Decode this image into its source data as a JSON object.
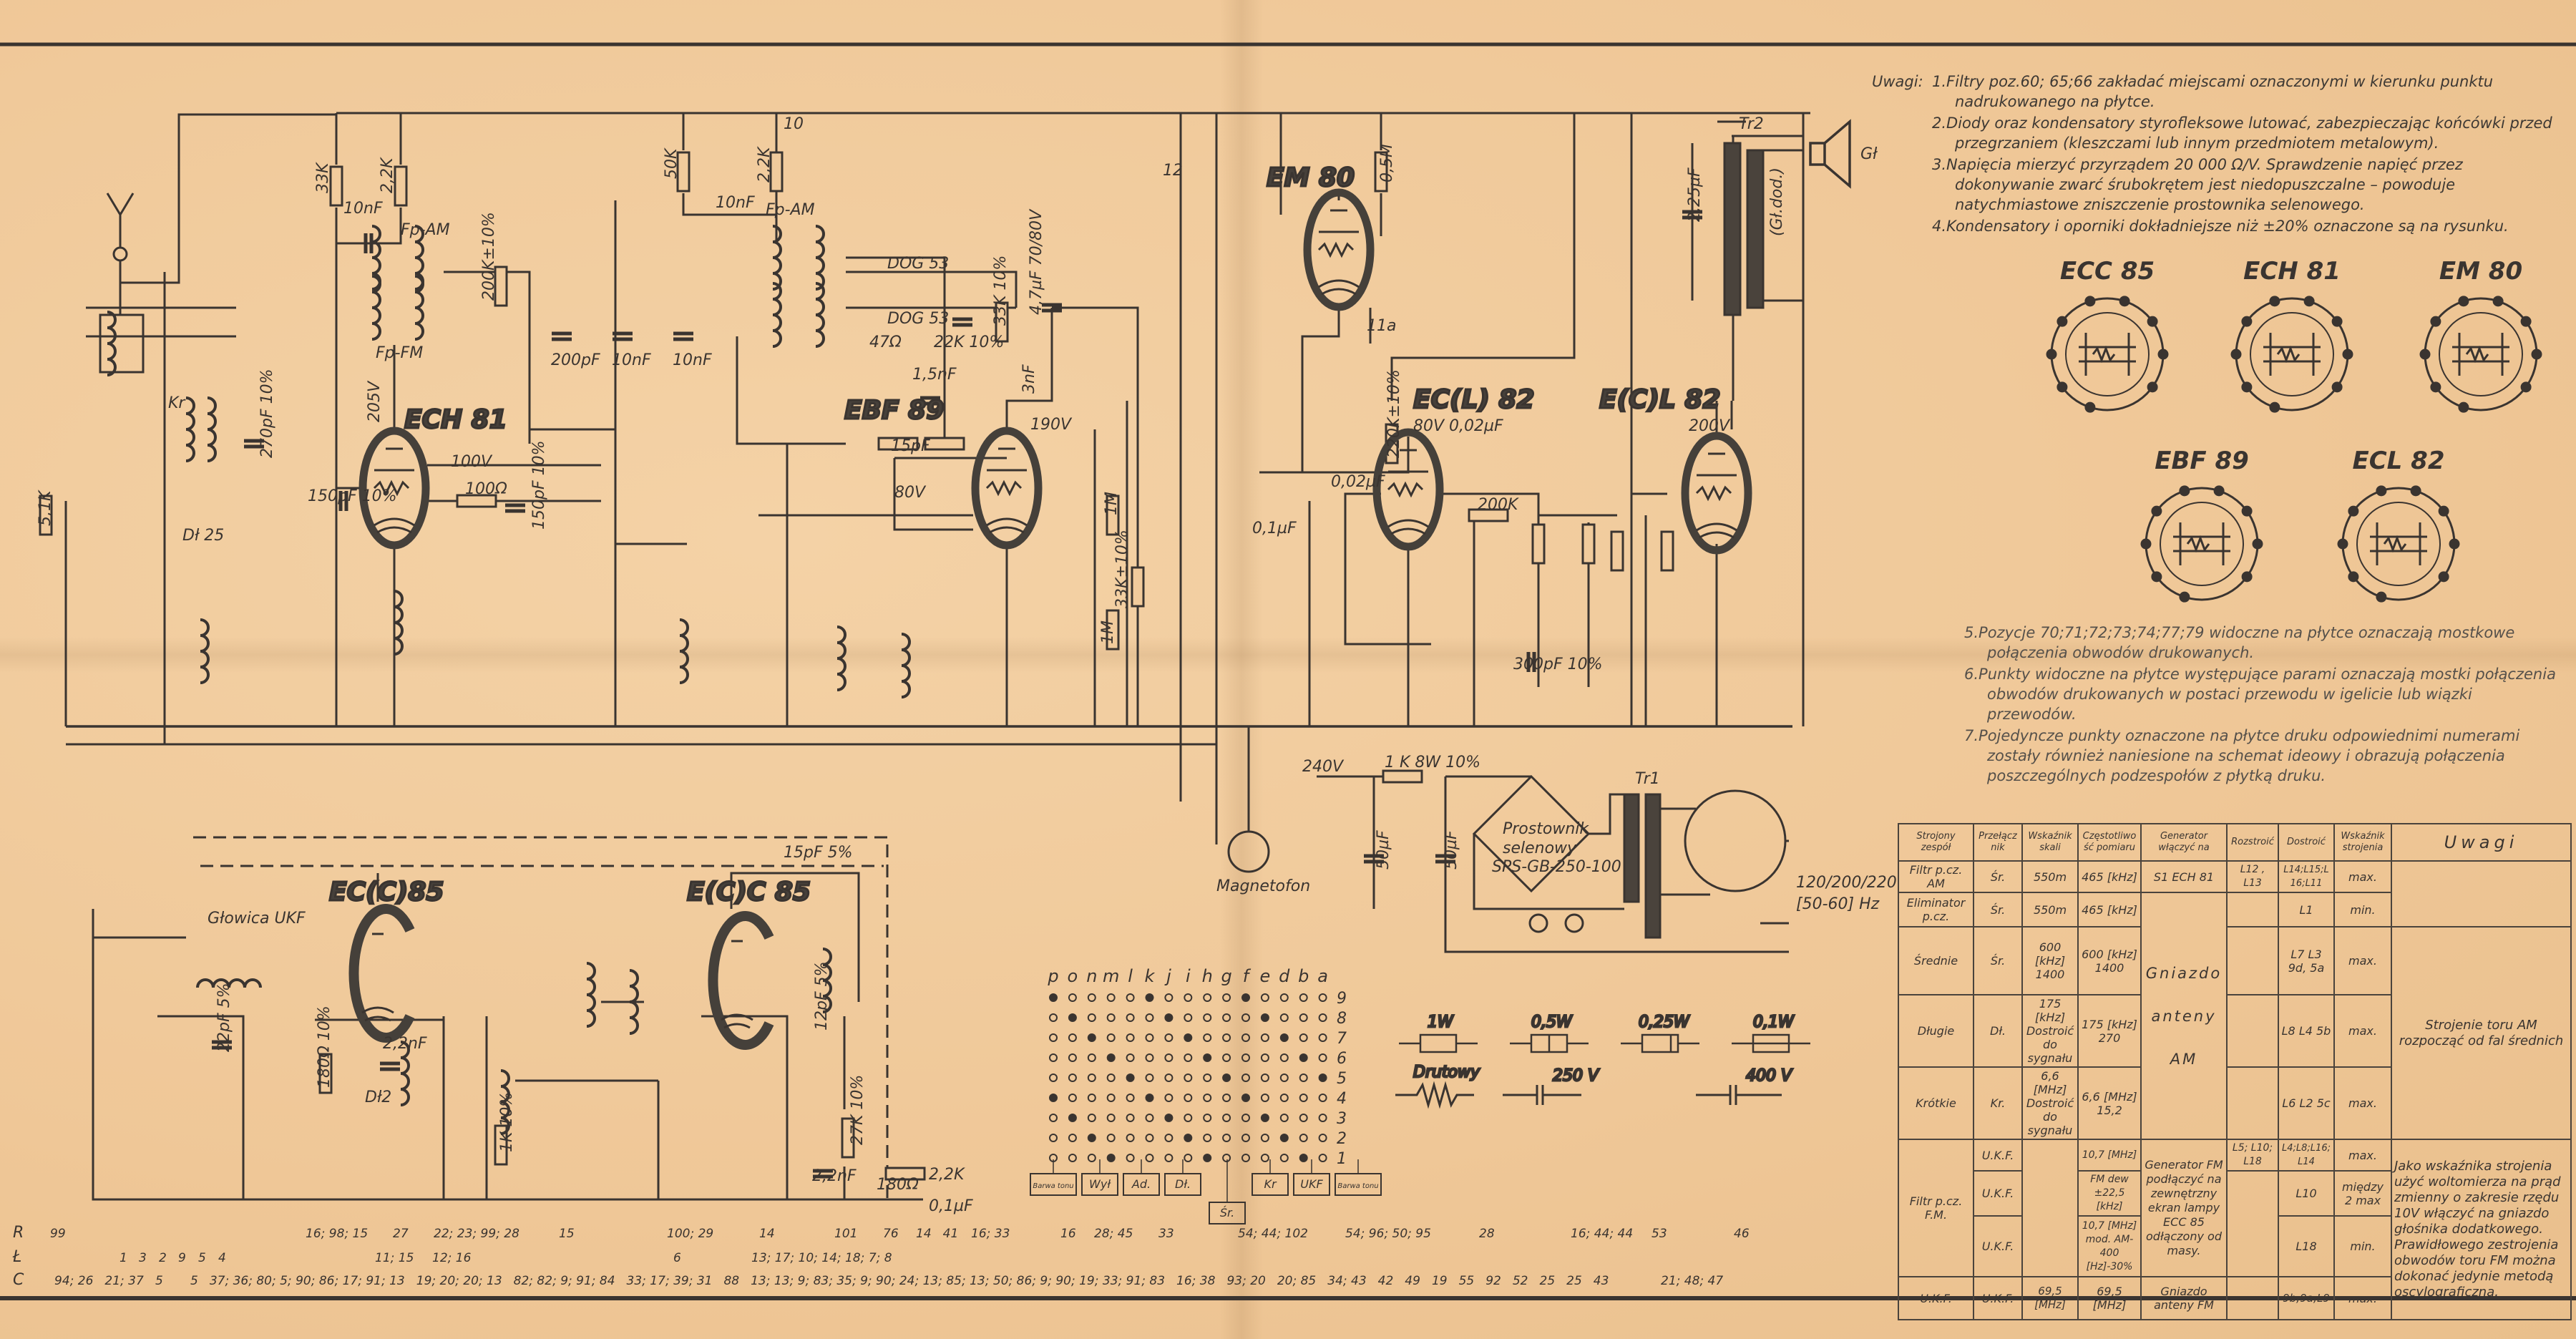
{
  "colors": {
    "paper": "#f1cb9c",
    "ink": "#3a3430"
  },
  "notes_top": {
    "heading": "Uwagi:",
    "items": [
      "1.Filtry poz.60; 65;66 zakładać miejscami oznaczonymi w kierunku punktu nadrukowanego na płytce.",
      "2.Diody oraz kondensatory styrofleksowe lutować, zabezpieczając końcówki przed przegrzaniem (kleszczami lub innym przedmiotem metalowym).",
      "3.Napięcia mierzyć przyrządem 20 000 Ω/V. Sprawdzenie napięć przez dokonywanie zwarć śrubokrętem jest niedopuszczalne – powoduje natychmiastowe zniszczenie prostownika selenowego.",
      "4.Kondensatory i oporniki dokładniejsze niż ±20% oznaczone są na rysunku."
    ]
  },
  "notes_bottom": [
    "5.Pozycje 70;71;72;73;74;77;79 widoczne na płytce oznaczają mostkowe połączenia obwodów drukowanych.",
    "6.Punkty widoczne na płytce występujące parami oznaczają mostki połączenia obwodów drukowanych w postaci przewodu w igelicie lub wiązki przewodów.",
    "7.Pojedyncze punkty oznaczone na płytce druku odpowiednimi numerami zostały również naniesione na schemat ideowy i obrazują połączenia poszczególnych podzespołów z płytką druku."
  ],
  "tubes": {
    "ech81": "ECH 81",
    "ebf89": "EBF 89",
    "em80": "EM 80",
    "ecl82_triode": "EC(L) 82",
    "ecl82_pentode": "E(C)L 82",
    "ecc85_a": "EC(C)85",
    "ecc85_b": "E(C)C 85"
  },
  "tube_bases": [
    "ECC 85",
    "ECH 81",
    "EM 80",
    "EBF 89",
    "ECL 82"
  ],
  "schematic": {
    "labels": [
      "33K",
      "2,2K",
      "10nF",
      "Fp-AM",
      "Fp-FM",
      "200K±10%",
      "200pF",
      "10nF",
      "10nF",
      "50K",
      "10",
      "2,2K",
      "10nF",
      "Fp-AM",
      "DOG 53",
      "DOG 53",
      "4,7µF 70/80V",
      "33K 10%",
      "47Ω",
      "22K 10%",
      "1,5nF",
      "3nF",
      "190V",
      "15pF",
      "80V",
      "100V",
      "205V",
      "100Ω",
      "150pF 10%",
      "150pF 10%",
      "12",
      "0,5M",
      "11a",
      "220K±10%",
      "80V",
      "0,02µF",
      "0,02µF",
      "0,1µF",
      "200K",
      "300pF 10%",
      "200V",
      "2,25µF",
      "Tr2",
      "Gł",
      "(Gł.dod.)",
      "Kr",
      "5,1K",
      "270pF 10%",
      "Dł 25",
      "Głowica UKF",
      "2,2nF",
      "Dł2",
      "27K 10%",
      "2,2nF",
      "180Ω",
      "2,2K",
      "0,1µF",
      "Prostownik",
      "selenowy",
      "SPS-GB-250-100",
      "50µF",
      "50µF",
      "Tr1",
      "240V",
      "1 K 8W 10%",
      "120/200/220",
      "[50-60] Hz",
      "Magnetofon",
      "1M",
      "1M",
      "33K±10%",
      "15pF 5%",
      "12pF 5%",
      "22pF 5%",
      "180Ω 10%",
      "1K 10%"
    ]
  },
  "connector": {
    "columns": [
      "p",
      "o",
      "n",
      "m",
      "l",
      "k",
      "j",
      "i",
      "h",
      "g",
      "f",
      "e",
      "d",
      "b",
      "a"
    ],
    "rows": [
      "9",
      "8",
      "7",
      "6",
      "5",
      "4",
      "3",
      "2",
      "1"
    ],
    "boxes": [
      "Barwa tonu",
      "Wył",
      "Ad.",
      "Dł.",
      "Śr.",
      "Kr",
      "UKF",
      "Barwa tonu"
    ]
  },
  "legend": {
    "resistors": [
      "1W",
      "0,5W",
      "0,25W",
      "0,1W"
    ],
    "wirewound": "Drutowy",
    "cap_250": "250 V",
    "cap_400": "400 V"
  },
  "parts_list": {
    "row_labels": [
      "R",
      "Ł",
      "C"
    ],
    "R": [
      "99",
      "16; 98; 15",
      "27",
      "22; 23; 99; 28",
      "15",
      "100; 29",
      "14",
      "101",
      "76",
      "14",
      "41",
      "16; 33",
      "16",
      "28; 45",
      "33",
      "54; 44; 102",
      "54; 96; 50; 95",
      "28",
      "16; 44; 44",
      "53",
      "46"
    ],
    "L": [
      "1",
      "3",
      "2",
      "9",
      "5",
      "4",
      "11; 15",
      "12; 16",
      "6",
      "13; 17; 10; 14; 18; 7; 8"
    ],
    "C": [
      "94; 26",
      "21; 37",
      "5",
      "5",
      "37; 36; 80; 5; 90; 86; 17; 91; 13",
      "19; 20; 20; 13",
      "82; 82; 9; 91; 84",
      "33; 17; 39; 31",
      "88",
      "13; 13; 9; 83; 35; 9; 90; 24; 13; 85; 13; 50; 86; 9; 90; 19; 33; 91; 83",
      "16; 38",
      "93; 20",
      "20; 85",
      "34; 43",
      "42",
      "49",
      "19",
      "55",
      "92",
      "52",
      "25",
      "25",
      "43",
      "21; 48; 47"
    ]
  },
  "table": {
    "headers": [
      "Strojony zespół",
      "Przełącznik",
      "Wskaźnik skali",
      "Częstotliwość pomiaru",
      "Generator włączyć na",
      "Rozstroić",
      "Dostroić",
      "Wskaźnik strojenia",
      "Uwagi"
    ],
    "rows": [
      {
        "zespol": "Filtr p.cz. AM",
        "przel": "Śr.",
        "skala": "550m",
        "czest": "465 [kHz]",
        "gen": "S1 ECH 81",
        "rozstr": "L12 , L13",
        "dostr": "L14;L15;L16;L11",
        "wsk": "max."
      },
      {
        "zespol": "Eliminator p.cz.",
        "przel": "Śr.",
        "skala": "550m",
        "czest": "465 [kHz]",
        "dostr": "L1",
        "wsk": "min."
      },
      {
        "zespol": "Średnie",
        "przel": "Śr.",
        "skala": "600 [kHz] 1400",
        "czest": "600 [kHz] 1400",
        "dostr": "L7 L3 9d, 5a",
        "wsk": "max."
      },
      {
        "zespol": "Długie",
        "przel": "Dł.",
        "skala": "175 [kHz] Dostroić do sygnału",
        "czest": "175 [kHz] 270",
        "dostr": "L8 L4 5b",
        "wsk": "max."
      },
      {
        "zespol": "Krótkie",
        "przel": "Kr.",
        "skala": "6,6 [MHz] Dostroić do sygnału",
        "czest": "6,6 [MHz] 15,2",
        "dostr": "L6 L2 5c",
        "wsk": "max."
      },
      {
        "zespol": "Filtr p.cz. F.M.",
        "przel": "U.K.F.",
        "czest": "10,7 [MHz]",
        "rozstr": "L5; L10; L18",
        "dostr": "L4;L8;L16;L14",
        "wsk": "max."
      },
      {
        "przel": "U.K.F.",
        "czest": "FM dew ±22,5 [kHz]",
        "dostr": "L10",
        "wsk": "między 2 max"
      },
      {
        "przel": "U.K.F.",
        "czest": "10,7 [MHz] mod. AM-400 [Hz]-30%",
        "dostr": "L18",
        "wsk": "min."
      },
      {
        "zespol": "U.K.F.",
        "przel": "U.K.F.",
        "skala": "69,5 [MHz]",
        "czest": "69,5 [MHz]",
        "gen": "Gniazdo anteny FM",
        "dostr": "9b;9a;L9",
        "wsk": "max."
      }
    ],
    "gen_am": "Gniazdo anteny AM",
    "gen_fm": "Generator FM podłączyć na zewnętrzny ekran lampy ECC 85 odłączony od masy.",
    "uwagi_am": "Strojenie toru AM rozpocząć od fal średnich",
    "uwagi_fm": "Jako wskaźnika strojenia użyć woltomierza na prąd zmienny o zakresie rzędu 10V włączyć na gniazdo głośnika dodatkowego. Prawidłowego zestrojenia obwodów toru FM można dokonać jedynie metodą oscylograficzną."
  }
}
